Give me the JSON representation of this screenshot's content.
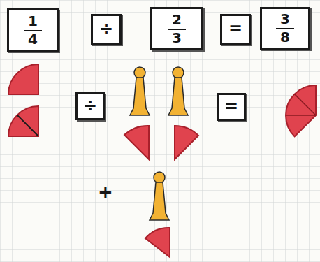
{
  "diagram": {
    "nodes": [
      {
        "text": [
          "1",
          "4"
        ]
      },
      {
        "text": [
          "÷"
        ]
      },
      {
        "text": [
          "2",
          "3"
        ]
      },
      {
        "text": [
          "="
        ]
      },
      {
        "text": [
          "3",
          "8"
        ]
      },
      {
        "text": [
          "÷"
        ]
      },
      {
        "text": [
          "="
        ]
      }
    ],
    "labels": [
      "+"
    ]
  }
}
